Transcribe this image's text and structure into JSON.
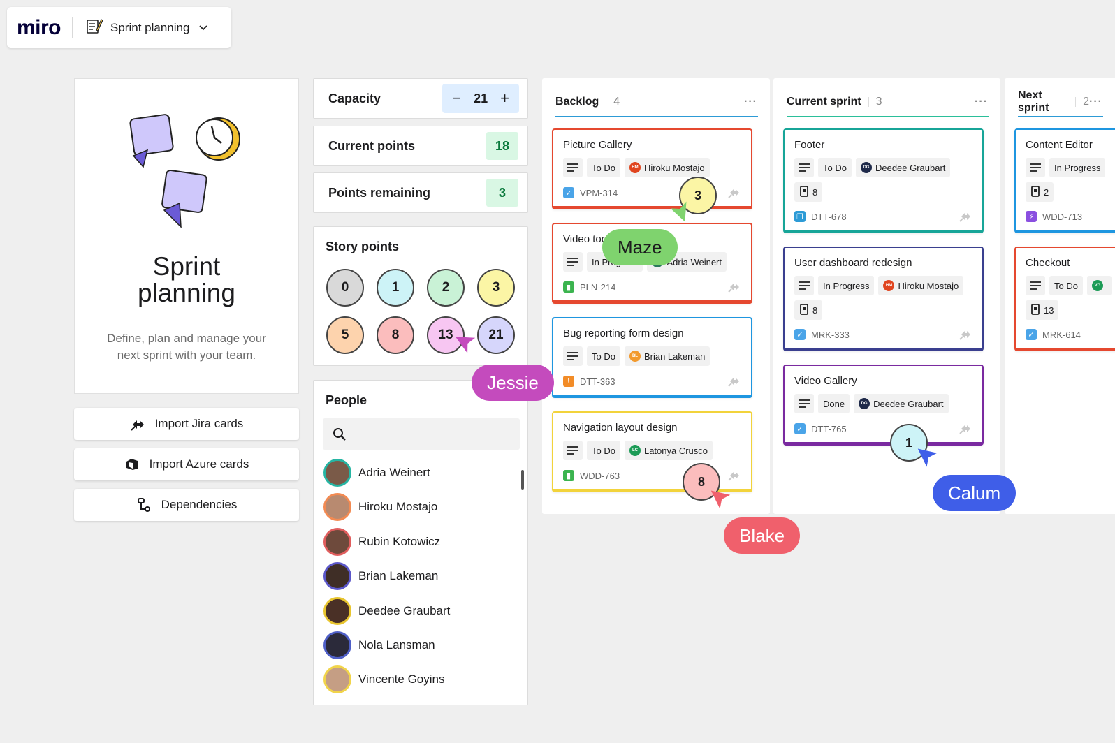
{
  "topbar": {
    "logo": "miro",
    "board_name": "Sprint planning"
  },
  "intro": {
    "title": "Sprint\nplanning",
    "description": "Define, plan and manage your next sprint with your team."
  },
  "actions": {
    "import_jira": "Import Jira cards",
    "import_azure": "Import Azure cards",
    "dependencies": "Dependencies"
  },
  "capacity": {
    "label": "Capacity",
    "value": "21",
    "minus": "−",
    "plus": "+"
  },
  "current_points": {
    "label": "Current points",
    "value": "18"
  },
  "points_remaining": {
    "label": "Points remaining",
    "value": "3"
  },
  "story_points": {
    "title": "Story points",
    "tokens": [
      {
        "value": "0",
        "color": "#d9d9d9"
      },
      {
        "value": "1",
        "color": "#cdf3f7"
      },
      {
        "value": "2",
        "color": "#c9f2d6"
      },
      {
        "value": "3",
        "color": "#fbf5a5"
      },
      {
        "value": "5",
        "color": "#fdd3ad"
      },
      {
        "value": "8",
        "color": "#fbbdbd"
      },
      {
        "value": "13",
        "color": "#f7c6f2"
      },
      {
        "value": "21",
        "color": "#d6d6fb"
      }
    ]
  },
  "people": {
    "title": "People",
    "search_placeholder": "",
    "list": [
      {
        "name": "Adria Weinert",
        "ring": "#26b5a3",
        "bg": "#7a5a48"
      },
      {
        "name": "Hiroku Mostajo",
        "ring": "#f28a52",
        "bg": "#b88a70"
      },
      {
        "name": "Rubin Kotowicz",
        "ring": "#e05d5d",
        "bg": "#6e4a3c"
      },
      {
        "name": "Brian Lakeman",
        "ring": "#5b57c9",
        "bg": "#3f2e26"
      },
      {
        "name": "Deedee Graubart",
        "ring": "#e8c52e",
        "bg": "#4a3026"
      },
      {
        "name": "Nola Lansman",
        "ring": "#4f5fc7",
        "bg": "#2b2a3a"
      },
      {
        "name": "Vincente Goyins",
        "ring": "#f1d44a",
        "bg": "#c59e84"
      }
    ]
  },
  "columns": [
    {
      "title": "Backlog",
      "count": "4",
      "more": "···",
      "line_color": "#2d9bd6",
      "cards": [
        {
          "title": "Picture Gallery",
          "status": "To Do",
          "assignee": "Hiroku Mostajo",
          "initials": "HM",
          "avatar_color": "#e0451f",
          "key": "VPM-314",
          "key_icon": "✓",
          "key_color": "#4aa4e8",
          "border": "#e5482f"
        },
        {
          "title": "Video tool",
          "status": "In Progress",
          "assignee": "Adria Weinert",
          "initials": "AW",
          "avatar_color": "#2b7a5c",
          "key": "PLN-214",
          "key_icon": "▮",
          "key_color": "#3bb44f",
          "border": "#e5482f"
        },
        {
          "title": "Bug reporting form design",
          "status": "To Do",
          "assignee": "Brian Lakeman",
          "initials": "BL",
          "avatar_color": "#f29a2e",
          "key": "DTT-363",
          "key_icon": "!",
          "key_color": "#f28c28",
          "border": "#1e96e0"
        },
        {
          "title": "Navigation layout design",
          "status": "To Do",
          "assignee": "Latonya Crusco",
          "initials": "LC",
          "avatar_color": "#1c9b56",
          "key": "WDD-763",
          "key_icon": "▮",
          "key_color": "#3bb44f",
          "border": "#f2d33b"
        }
      ]
    },
    {
      "title": "Current sprint",
      "count": "3",
      "more": "···",
      "line_color": "#2bbf9a",
      "cards": [
        {
          "title": "Footer",
          "status": "To Do",
          "assignee": "Deedee Graubart",
          "initials": "DG",
          "avatar_color": "#1f2a4a",
          "points": "8",
          "key": "DTT-678",
          "key_icon": "❐",
          "key_color": "#2d9bd6",
          "border": "#17a598"
        },
        {
          "title": "User dashboard redesign",
          "status": "In Progress",
          "assignee": "Hiroku Mostajo",
          "initials": "HM",
          "avatar_color": "#e0451f",
          "points": "8",
          "key": "MRK-333",
          "key_icon": "✓",
          "key_color": "#4aa4e8",
          "border": "#3a3f8f"
        },
        {
          "title": "Video Gallery",
          "status": "Done",
          "assignee": "Deedee Graubart",
          "initials": "DG",
          "avatar_color": "#1f2a4a",
          "key": "DTT-765",
          "key_icon": "✓",
          "key_color": "#4aa4e8",
          "border": "#7a2aa0"
        }
      ]
    },
    {
      "title": "Next sprint",
      "count": "2",
      "more": "···",
      "line_color": "#2d9bd6",
      "cards": [
        {
          "title": "Content Editor",
          "status": "In Progress",
          "assignee": "",
          "initials": "",
          "avatar_color": "#1c9b56",
          "points": "2",
          "key": "WDD-713",
          "key_icon": "⚡",
          "key_color": "#8a4fe0",
          "border": "#1e96e0"
        },
        {
          "title": "Checkout",
          "status": "To Do",
          "assignee": "",
          "initials": "VG",
          "avatar_color": "#1c9b56",
          "points": "13",
          "key": "MRK-614",
          "key_icon": "✓",
          "key_color": "#4aa4e8",
          "border": "#e5482f"
        }
      ]
    }
  ],
  "collaborators": [
    {
      "name": "Maze",
      "color": "#7fd36e",
      "text_color": "#1c1c1e",
      "estimate": "3",
      "estimate_color": "#fbf5a5"
    },
    {
      "name": "Jessie",
      "color": "#c44bbd",
      "text_color": "#ffffff"
    },
    {
      "name": "Blake",
      "color": "#f0606c",
      "text_color": "#ffffff",
      "estimate": "8",
      "estimate_color": "#fbbdbd"
    },
    {
      "name": "Calum",
      "color": "#3f5ee8",
      "text_color": "#ffffff",
      "estimate": "1",
      "estimate_color": "#cdf3f7"
    }
  ],
  "icons": {
    "board": "notepad-pencil-icon",
    "search": "search-icon",
    "description": "lines-icon",
    "points": "card-stack-icon",
    "jira": "jira-icon",
    "azure": "azure-icon",
    "dependencies": "dependency-icon"
  }
}
